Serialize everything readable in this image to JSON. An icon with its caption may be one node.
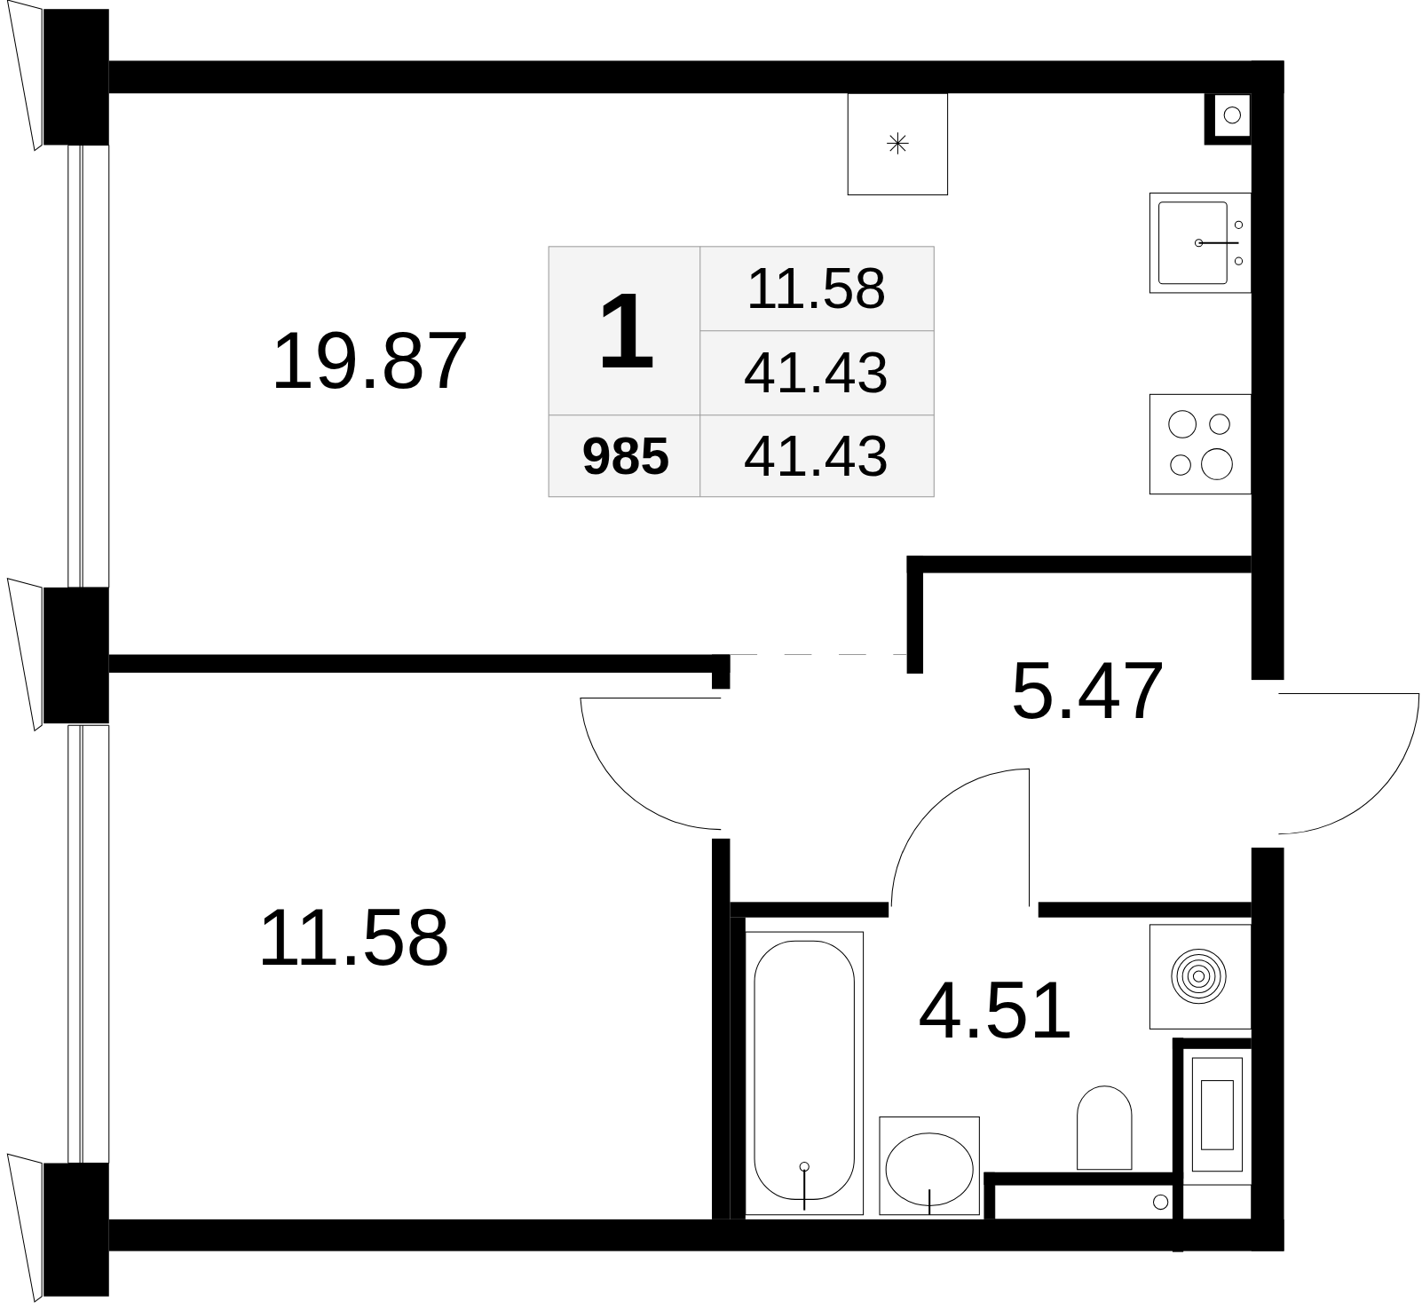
{
  "diagram": {
    "labels": [
      "1",
      "11.58",
      "41.43",
      "985",
      "41.43",
      "19.87",
      "5.47",
      "11.58",
      "4.51"
    ]
  }
}
